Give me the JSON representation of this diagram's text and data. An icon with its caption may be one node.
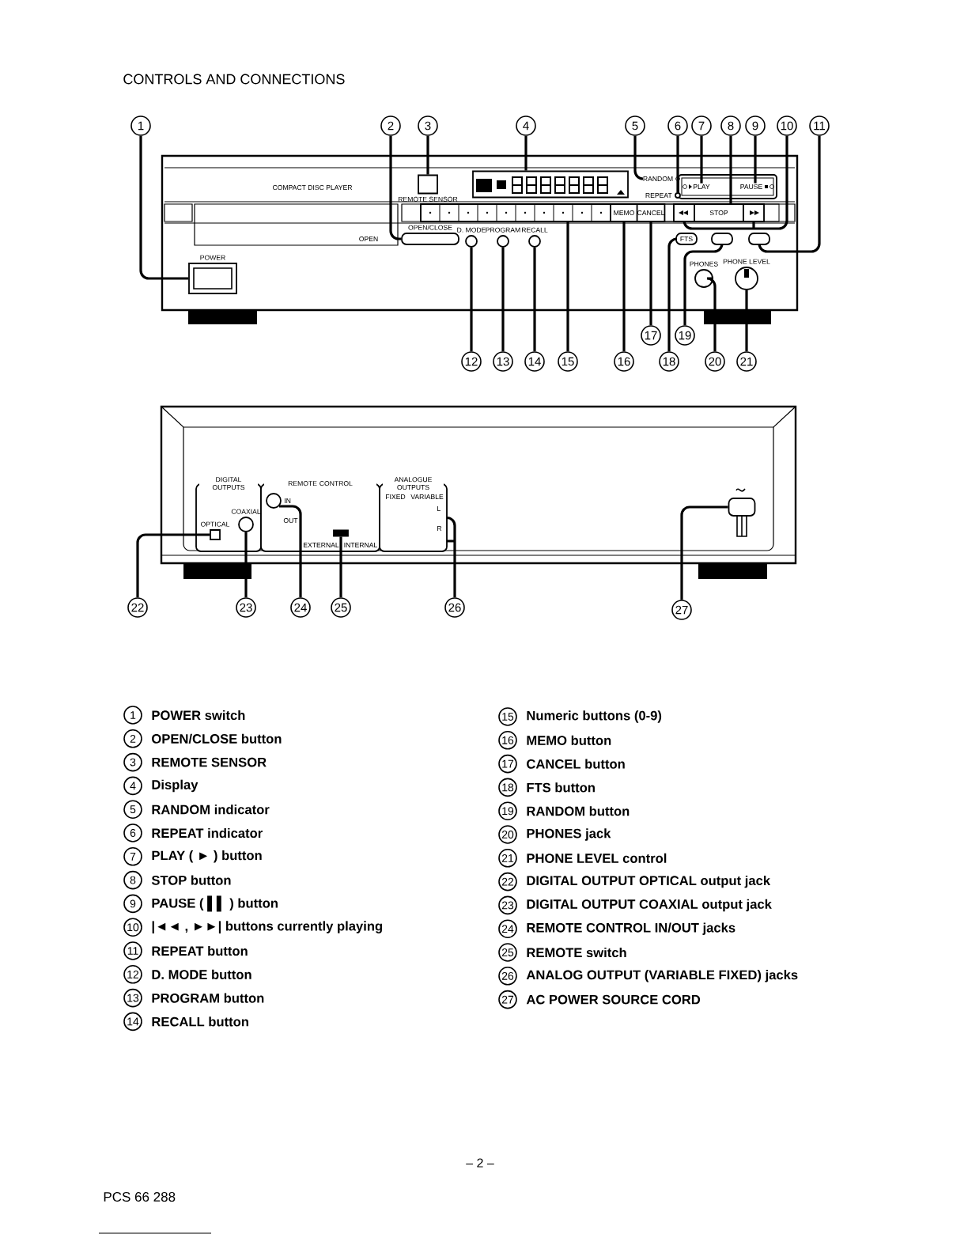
{
  "diagram": {
    "title": "CONTROLS AND CONNECTIONS",
    "nodes": [
      {
        "text": [
          "1"
        ]
      },
      {
        "text": [
          "2"
        ]
      },
      {
        "text": [
          "3"
        ]
      },
      {
        "text": [
          "4"
        ]
      },
      {
        "text": [
          "5"
        ]
      },
      {
        "text": [
          "6"
        ]
      },
      {
        "text": [
          "7"
        ]
      },
      {
        "text": [
          "8"
        ]
      },
      {
        "text": [
          "9"
        ]
      },
      {
        "text": [
          "10"
        ]
      },
      {
        "text": [
          "11"
        ]
      },
      {
        "text": [
          "12"
        ]
      },
      {
        "text": [
          "13"
        ]
      },
      {
        "text": [
          "14"
        ]
      },
      {
        "text": [
          "15"
        ]
      },
      {
        "text": [
          "16"
        ]
      },
      {
        "text": [
          "17"
        ]
      },
      {
        "text": [
          "18"
        ]
      },
      {
        "text": [
          "19"
        ]
      },
      {
        "text": [
          "20"
        ]
      },
      {
        "text": [
          "21"
        ]
      },
      {
        "text": [
          "22"
        ]
      },
      {
        "text": [
          "23"
        ]
      },
      {
        "text": [
          "24"
        ]
      },
      {
        "text": [
          "25"
        ]
      },
      {
        "text": [
          "26"
        ]
      },
      {
        "text": [
          "27"
        ]
      },
      {
        "text": [
          "POWER"
        ]
      },
      {
        "text": [
          "OPEN/CLOSE"
        ]
      },
      {
        "text": [
          "REMOTE SENSOR"
        ]
      },
      {
        "text": [],
        "shape": "box"
      },
      {
        "text": [
          "RANDOM"
        ]
      },
      {
        "text": [
          "REPEAT"
        ]
      },
      {
        "text": [
          "PLAY"
        ]
      },
      {
        "text": [
          "STOP"
        ]
      },
      {
        "text": [
          "PAUSE"
        ]
      },
      {
        "text": [],
        "shape": "box"
      },
      {
        "text": [],
        "shape": "box"
      },
      {
        "text": [],
        "shape": "box"
      },
      {
        "text": [
          "D. MODE"
        ]
      },
      {
        "text": [
          "PROGRAM"
        ]
      },
      {
        "text": [
          "RECALL"
        ]
      },
      {
        "text": [],
        "shape": "box"
      },
      {
        "text": [
          "MEMO"
        ]
      },
      {
        "text": [
          "CANCEL"
        ]
      },
      {
        "text": [
          "FTS"
        ]
      },
      {
        "text": [],
        "shape": "box"
      },
      {
        "text": [
          "PHONES"
        ]
      },
      {
        "text": [
          "PHONE LEVEL"
        ]
      },
      {
        "text": [
          "DIGITAL OUTPUTS"
        ]
      },
      {
        "text": [
          "OPTICAL"
        ],
        "in": 49
      },
      {
        "text": [
          "COAXIAL"
        ],
        "in": 49
      },
      {
        "text": [
          "REMOTE CONTROL"
        ]
      },
      {
        "text": [
          "IN"
        ],
        "in": 52
      },
      {
        "text": [],
        "shape": "box",
        "in": 52
      },
      {
        "text": [
          "ANALOGUE OUTPUTS"
        ]
      },
      {
        "text": [],
        "shape": "box"
      }
    ],
    "edges": [
      {
        "from": 0,
        "to": 27,
        "arrow": "none"
      },
      {
        "from": 1,
        "to": 28,
        "arrow": "none"
      },
      {
        "from": 2,
        "to": 29,
        "arrow": "none"
      },
      {
        "from": 3,
        "to": 30,
        "arrow": "none"
      },
      {
        "from": 4,
        "to": 31,
        "arrow": "none"
      },
      {
        "from": 5,
        "to": 32,
        "arrow": "none"
      },
      {
        "from": 6,
        "to": 33,
        "arrow": "none"
      },
      {
        "from": 7,
        "to": 34,
        "arrow": "none"
      },
      {
        "from": 8,
        "to": 35,
        "arrow": "none"
      },
      {
        "from": 9,
        "to": 36,
        "arrow": "none"
      },
      {
        "from": 9,
        "to": 37,
        "arrow": "none"
      },
      {
        "from": 10,
        "to": 38,
        "arrow": "none"
      },
      {
        "from": 11,
        "to": 39,
        "arrow": "none"
      },
      {
        "from": 12,
        "to": 40,
        "arrow": "none"
      },
      {
        "from": 13,
        "to": 41,
        "arrow": "none"
      },
      {
        "from": 14,
        "to": 42,
        "arrow": "none"
      },
      {
        "from": 15,
        "to": 43,
        "arrow": "none"
      },
      {
        "from": 16,
        "to": 44,
        "arrow": "none"
      },
      {
        "from": 17,
        "to": 45,
        "arrow": "none"
      },
      {
        "from": 18,
        "to": 46,
        "arrow": "none"
      },
      {
        "from": 19,
        "to": 47,
        "arrow": "none"
      },
      {
        "from": 20,
        "to": 48,
        "arrow": "none"
      },
      {
        "from": 21,
        "to": 50,
        "arrow": "none"
      },
      {
        "from": 22,
        "to": 51,
        "arrow": "none"
      },
      {
        "from": 23,
        "to": 53,
        "arrow": "none"
      },
      {
        "from": 24,
        "to": 54,
        "arrow": "none"
      },
      {
        "from": 25,
        "to": 55,
        "arrow": "none"
      },
      {
        "from": 26,
        "to": 56,
        "arrow": "none"
      }
    ],
    "labels": [
      "COMPACT DISC PLAYER",
      "OPEN",
      "OUT",
      "L",
      "R",
      "FIXED",
      "VARIABLE",
      "EXTERNAL",
      "INTERNAL",
      "1",
      "POWER switch",
      "2",
      "OPEN/CLOSE button",
      "3",
      "REMOTE SENSOR",
      "4",
      "Display",
      "5",
      "RANDOM indicator",
      "6",
      "REPEAT indicator",
      "7",
      "PLAY ( ► ) button",
      "8",
      "STOP button",
      "9",
      "PAUSE ( ▌▌ ) button",
      "10",
      "|◄◄ , ►►| buttons currently playing",
      "11",
      "REPEAT button",
      "12",
      "D. MODE button",
      "13",
      "PROGRAM button",
      "14",
      "RECALL button",
      "15",
      "Numeric buttons (0-9)",
      "16",
      "MEMO button",
      "17",
      "CANCEL button",
      "18",
      "FTS button",
      "19",
      "RANDOM button",
      "20",
      "PHONES jack",
      "21",
      "PHONE LEVEL control",
      "22",
      "DIGITAL OUTPUT OPTICAL output jack",
      "23",
      "DIGITAL OUTPUT COAXIAL output jack",
      "24",
      "REMOTE CONTROL IN/OUT jacks",
      "25",
      "REMOTE switch",
      "26",
      "ANALOG OUTPUT (VARIABLE FIXED) jacks",
      "27",
      "AC POWER SOURCE CORD",
      "– 2 –",
      "PCS 66 288"
    ]
  }
}
